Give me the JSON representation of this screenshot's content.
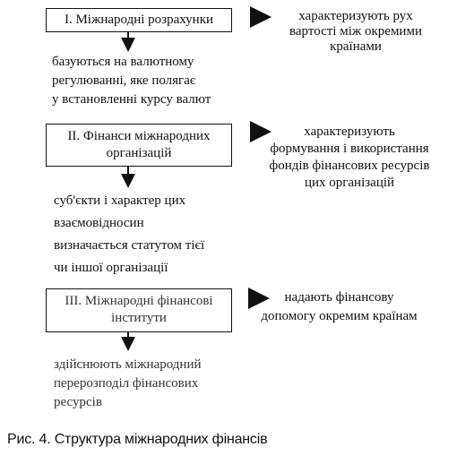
{
  "blocks": [
    {
      "box": [
        "І. Міжнародні розрахунки"
      ],
      "right": [
        "характеризують рух",
        "вартості між окремими",
        "країнами"
      ],
      "below": [
        "базуються на валютному",
        "регулюванні, яке полягає",
        "у встановленні курсу валют"
      ]
    },
    {
      "box": [
        "ІІ. Фінанси міжнародних",
        "організацій"
      ],
      "right": [
        "характеризують",
        "формування і використання",
        "фондів фінансових ресурсів",
        "цих організацій"
      ],
      "below": [
        "суб'єкти і характер цих",
        "взаємовідносин",
        "визначається статутом тієї",
        "чи іншої організації"
      ]
    },
    {
      "box": [
        "ІІІ. Міжнародні фінансові",
        "інститути"
      ],
      "right": [
        "надають фінансову",
        "допомогу окремим країнам"
      ],
      "below": [
        "здійснюють міжнародний",
        "перерозподіл фінансових",
        "ресурсів"
      ]
    }
  ],
  "caption": "Рис. 4. Структура міжнародних фінансів"
}
